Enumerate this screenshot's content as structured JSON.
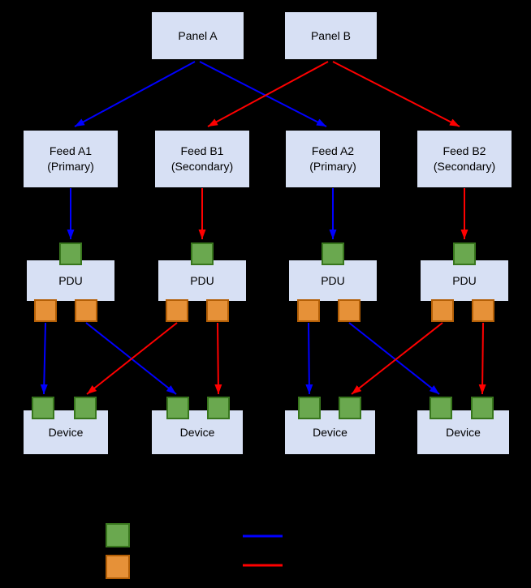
{
  "diagram": {
    "panels": [
      {
        "label": "Panel A"
      },
      {
        "label": "Panel B"
      }
    ],
    "feeds": [
      {
        "name": "Feed A1",
        "role": "(Primary)"
      },
      {
        "name": "Feed B1",
        "role": "(Secondary)"
      },
      {
        "name": "Feed A2",
        "role": "(Primary)"
      },
      {
        "name": "Feed B2",
        "role": "(Secondary)"
      }
    ],
    "pdus": [
      {
        "label": "PDU"
      },
      {
        "label": "PDU"
      },
      {
        "label": "PDU"
      },
      {
        "label": "PDU"
      }
    ],
    "devices": [
      {
        "label": "Device"
      },
      {
        "label": "Device"
      },
      {
        "label": "Device"
      },
      {
        "label": "Device"
      }
    ],
    "legend": {
      "swatches": [
        "green-square",
        "orange-square",
        "blue-line",
        "red-line"
      ]
    },
    "colors": {
      "background": "#000000",
      "box_fill": "#d7e0f4",
      "box_border": "#000000",
      "input_square": "#6aa84f",
      "input_square_border": "#38761d",
      "output_square": "#e69138",
      "output_square_border": "#b45f06",
      "primary_path": "#0000ff",
      "secondary_path": "#ff0000"
    }
  }
}
